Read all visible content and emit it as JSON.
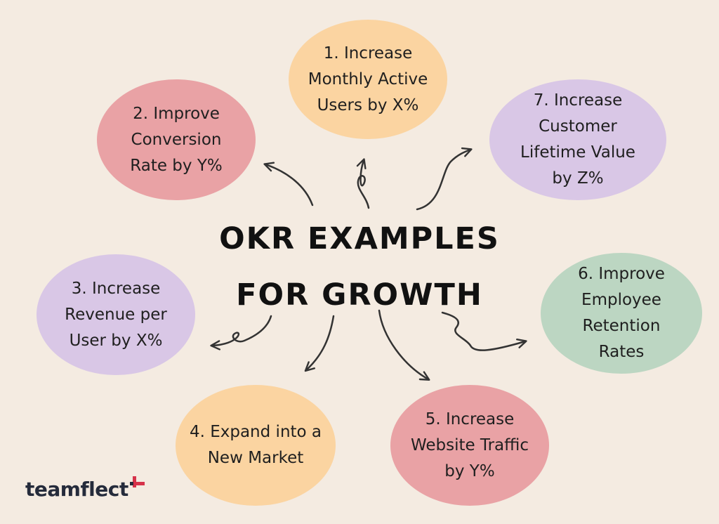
{
  "title": "OKR EXAMPLES\nFOR GROWTH",
  "bubbles": [
    {
      "id": "b1",
      "text": "1. Increase\nMonthly Active\nUsers by X%"
    },
    {
      "id": "b2",
      "text": "2. Improve\nConversion\nRate by Y%"
    },
    {
      "id": "b3",
      "text": "3. Increase\nRevenue per\nUser by X%"
    },
    {
      "id": "b4",
      "text": "4. Expand into a\nNew Market"
    },
    {
      "id": "b5",
      "text": "5.  Increase\nWebsite Traffic\nby Y%"
    },
    {
      "id": "b6",
      "text": "6. Improve\nEmployee\nRetention\nRates"
    },
    {
      "id": "b7",
      "text": "7. Increase\nCustomer\nLifetime Value\nby Z%"
    }
  ],
  "logo": {
    "text": "teamflect"
  },
  "colors": {
    "background": "#f4ebe1",
    "orange": "#fbd4a1",
    "pink": "#e9a2a5",
    "lavender": "#d9c7e6",
    "green": "#bcd6c2",
    "brand_accent": "#d6324a"
  }
}
